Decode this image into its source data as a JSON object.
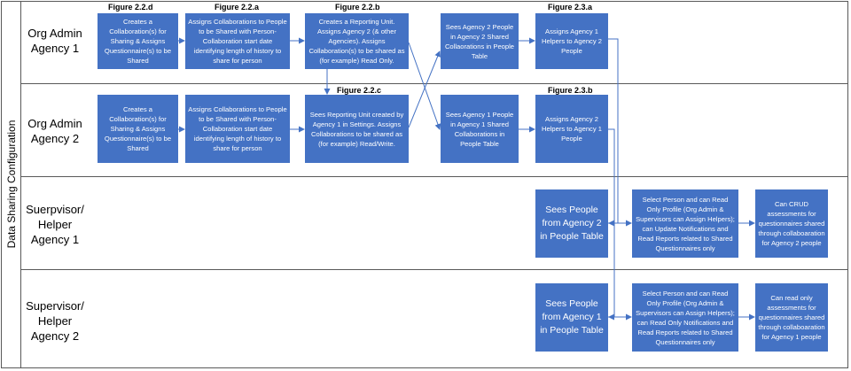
{
  "side_label": "Data Sharing Configuration",
  "lanes": [
    {
      "label": "Org Admin Agency 1"
    },
    {
      "label": "Org Admin Agency 2"
    },
    {
      "label": "Suerpvisor/ Helper Agency 1"
    },
    {
      "label": "Supervisor/ Helper Agency 2"
    }
  ],
  "figures": {
    "f1": "Figure 2.2.d",
    "f2": "Figure 2.2.a",
    "f3": "Figure 2.2.b",
    "f4": "Figure 2.3.a",
    "f5": "Figure 2.2.c",
    "f6": "Figure 2.3.b"
  },
  "boxes": {
    "a1_create": "Creates a Collaboration(s) for Sharing & Assigns Questionnaire(s) to be Shared",
    "a1_assign": "Assigns Collaborations to People to be Shared with Person-Collaboration start date identifying length of history to share for person",
    "a1_reporting": "Creates a Reporting Unit. Assigns Agency 2 (& other Agencies). Assigns Collaboration(s) to be shared as (for example) Read Only.",
    "a1_sees": "Sees Agency 2 People in Agency 2 Shared Collaorations in People Table",
    "a1_helpers": "Assigns Agency 1 Helpers to Agency 2 People",
    "a2_create": "Creates a Collaboration(s) for Sharing & Assigns Questionnaire(s) to be Shared",
    "a2_assign": "Assigns Collaborations to People to be Shared with Person-Collaboration start date identifying length of history to share for person",
    "a2_reporting": "Sees Reporting Unit created by Agency 1 in Settings. Assigns Collaborations to be shared as (for example) Read/Write.",
    "a2_sees": "Sees Agency 1 People in Agency 1 Shared Collaborations in People Table",
    "a2_helpers": "Assigns Agency 2 Helpers to Agency 1 People",
    "h1_sees": "Sees People from Agency 2 in People Table",
    "h1_select": "Select Person and can Read Only Profile (Org Admin & Supervisors can Assign Helpers); can Update Notifications and Read Reports related to Shared Questionnaires only",
    "h1_crud": "Can CRUD assessments for questionnaires shared through collaboaration for Agency 2 people",
    "h2_sees": "Sees People from Agency 1 in People Table",
    "h2_select": "Select Person and can Read Only Profile (Org Admin & Supervisors can Assign Helpers); can Read Only Notifications and Read Reports related to Shared Questionnaires only",
    "h2_read": "Can read only assessments for questionnaires shared through collaboaration for Agency 1 people"
  }
}
